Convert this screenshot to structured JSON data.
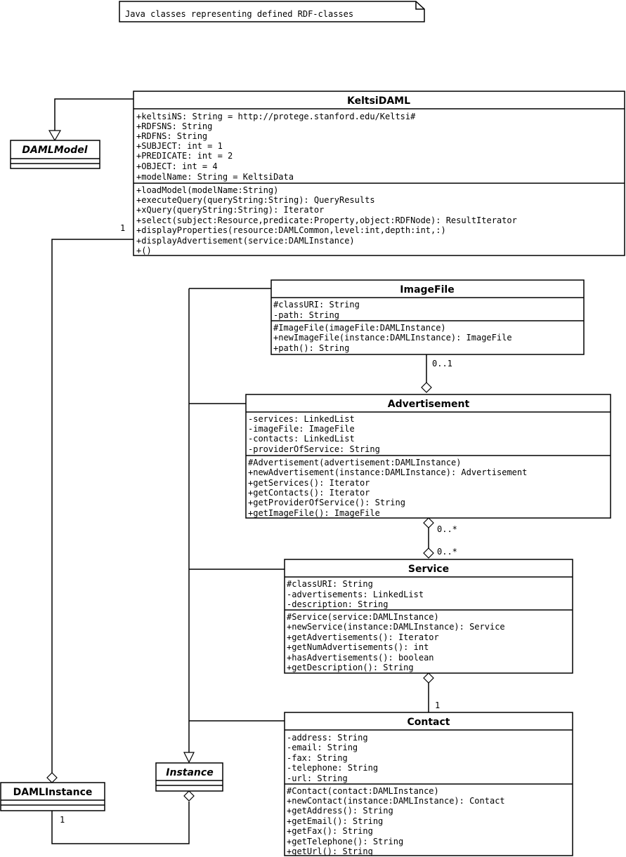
{
  "note": {
    "text": "Java classes representing defined RDF-classes"
  },
  "classes": {
    "keltsi": {
      "name": "KeltsiDAML",
      "attributes": [
        "+keltsiNS: String = http://protege.stanford.edu/Keltsi#",
        "+RDFSNS: String",
        "+RDFNS: String",
        "+SUBJECT: int = 1",
        "+PREDICATE: int = 2",
        "+OBJECT: int = 4",
        "+modelName: String = KeltsiData"
      ],
      "operations": [
        "+loadModel(modelName:String)",
        "+executeQuery(queryString:String): QueryResults",
        "+xQuery(queryString:String): Iterator",
        "+select(subject:Resource,predicate:Property,object:RDFNode): ResultIterator",
        "+displayProperties(resource:DAMLCommon,level:int,depth:int,:)",
        "+displayAdvertisement(service:DAMLInstance)",
        "+()"
      ]
    },
    "damlmodel": {
      "name": "DAMLModel"
    },
    "imagefile": {
      "name": "ImageFile",
      "attributes": [
        "#classURI: String",
        "-path: String"
      ],
      "operations": [
        "#ImageFile(imageFile:DAMLInstance)",
        "+newImageFile(instance:DAMLInstance): ImageFile",
        "+path(): String"
      ]
    },
    "advertisement": {
      "name": "Advertisement",
      "attributes": [
        "-services: LinkedList",
        "-imageFile: ImageFile",
        "-contacts: LinkedList",
        "-providerOfService: String"
      ],
      "operations": [
        "#Advertisement(advertisement:DAMLInstance)",
        "+newAdvertisement(instance:DAMLInstance): Advertisement",
        "+getServices(): Iterator",
        "+getContacts(): Iterator",
        "+getProviderOfService(): String",
        "+getImageFile(): ImageFile"
      ]
    },
    "service": {
      "name": "Service",
      "attributes": [
        "#classURI: String",
        "-advertisements: LinkedList",
        "-description: String"
      ],
      "operations": [
        "#Service(service:DAMLInstance)",
        "+newService(instance:DAMLInstance): Service",
        "+getAdvertisements(): Iterator",
        "+getNumAdvertisements(): int",
        "+hasAdvertisements(): boolean",
        "+getDescription(): String"
      ]
    },
    "contact": {
      "name": "Contact",
      "attributes": [
        "-address: String",
        "-email: String",
        "-fax: String",
        "-telephone: String",
        "-url: String"
      ],
      "operations": [
        "#Contact(contact:DAMLInstance)",
        "+newContact(instance:DAMLInstance): Contact",
        "+getAddress(): String",
        "+getEmail(): String",
        "+getFax(): String",
        "+getTelephone(): String",
        "+getUrl(): String"
      ]
    },
    "damlinstance": {
      "name": "DAMLInstance"
    },
    "instance": {
      "name": "Instance"
    }
  },
  "multiplicities": {
    "keltsi_daml": "1",
    "damlinstance_instance": "1",
    "image_adv": "0..1",
    "adv_service_top": "0..*",
    "adv_service_bottom": "0..*",
    "service_contact": "1"
  }
}
